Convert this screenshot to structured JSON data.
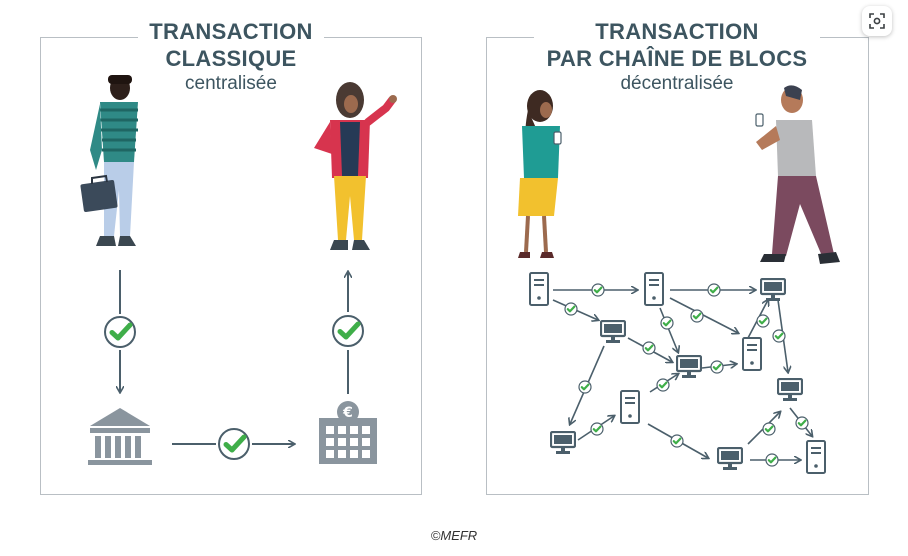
{
  "left": {
    "title_line1": "TRANSACTION",
    "title_line2": "CLASSIQUE",
    "subtitle": "centralisée"
  },
  "right": {
    "title_line1": "TRANSACTION",
    "title_line2": "PAR CHAÎNE DE BLOCS",
    "subtitle": "décentralisée"
  },
  "credit": "©MEFR",
  "icons": [
    "person-icon",
    "briefcase-icon",
    "checkmark-icon",
    "bank-icon",
    "euro-bank-icon",
    "phone-icon",
    "server-icon",
    "computer-icon",
    "lens-search-icon"
  ],
  "colors": {
    "text": "#3d5560",
    "border": "#b9bfc4",
    "check": "#3fae49",
    "node": "#4b5f6b"
  }
}
